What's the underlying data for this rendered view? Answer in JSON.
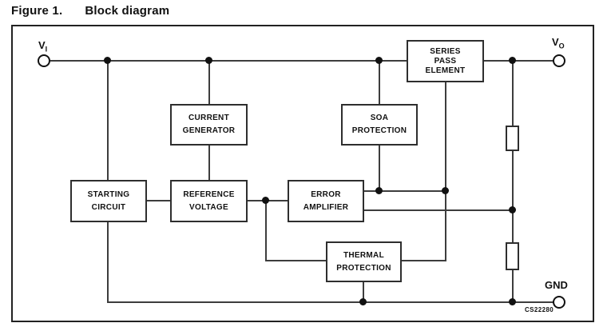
{
  "title": {
    "figure_label": "Figure 1.",
    "figure_title": "Block diagram"
  },
  "terminals": {
    "vi": {
      "base": "V",
      "sub": "I"
    },
    "vo": {
      "base": "V",
      "sub": "O"
    },
    "gnd": {
      "label": "GND"
    }
  },
  "blocks": {
    "series_pass_element": {
      "lines": [
        "SERIES",
        "PASS",
        "ELEMENT"
      ]
    },
    "current_generator": {
      "lines": [
        "CURRENT",
        "GENERATOR"
      ]
    },
    "soa_protection": {
      "lines": [
        "SOA",
        "PROTECTION"
      ]
    },
    "starting_circuit": {
      "lines": [
        "STARTING",
        "CIRCUIT"
      ]
    },
    "reference_voltage": {
      "lines": [
        "REFERENCE",
        "VOLTAGE"
      ]
    },
    "error_amplifier": {
      "lines": [
        "ERROR",
        "AMPLIFIER"
      ]
    },
    "thermal_protection": {
      "lines": [
        "THERMAL",
        "PROTECTION"
      ]
    }
  },
  "diagram_code": "CS22280",
  "colors": {
    "wire": "#3d3d3d",
    "text": "#111111",
    "background": "#ffffff"
  }
}
